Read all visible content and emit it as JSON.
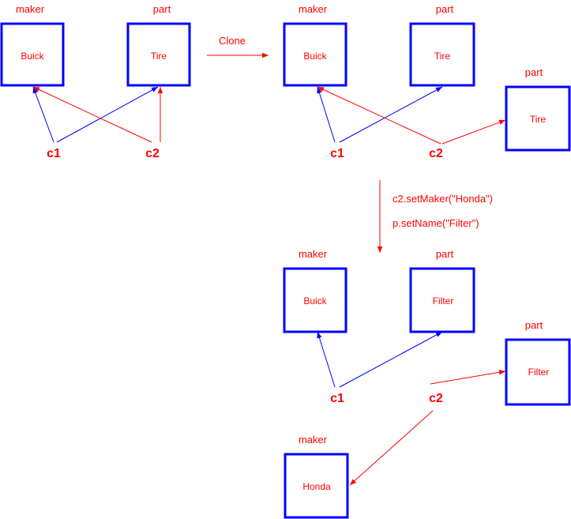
{
  "colors": {
    "box_border": "#0000ff",
    "text": "#ff0000",
    "maker_edge": "#0000ff",
    "part_edge": "#ff0000"
  },
  "labels": {
    "maker": "maker",
    "part": "part",
    "c1": "c1",
    "c2": "c2"
  },
  "values": {
    "buick": "Buick",
    "tire": "Tire",
    "filter": "Filter",
    "honda": "Honda"
  },
  "operations": {
    "clone": "Clone",
    "set_maker": "c2.setMaker(\"Honda\")",
    "set_name": "p.setName(\"Filter\")"
  }
}
